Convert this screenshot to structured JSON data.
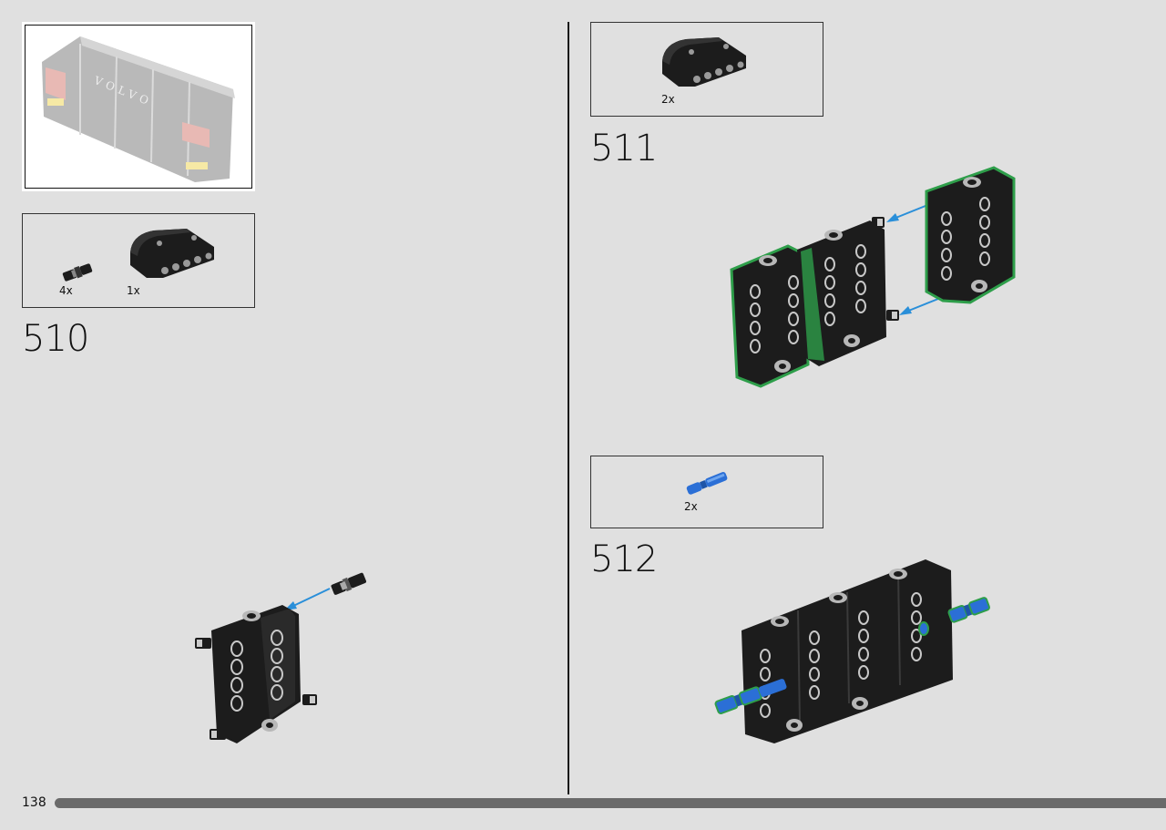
{
  "page": {
    "number": "138"
  },
  "preview": {
    "brand_text": "VOLVO"
  },
  "steps": [
    {
      "number": "510",
      "parts": [
        {
          "qty": "4x",
          "icon": "connector-pin-icon"
        },
        {
          "qty": "1x",
          "icon": "panel-beam-icon"
        }
      ]
    },
    {
      "number": "511",
      "parts": [
        {
          "qty": "2x",
          "icon": "panel-beam-icon"
        }
      ]
    },
    {
      "number": "512",
      "parts": [
        {
          "qty": "2x",
          "icon": "blue-axle-pin-icon"
        }
      ]
    }
  ],
  "colors": {
    "background": "#e0e0e0",
    "part_black": "#1c1c1c",
    "part_grey": "#b8b8b8",
    "highlight_green": "#2e9e4a",
    "arrow_blue": "#2a8fd9",
    "pin_blue": "#2b6fd6",
    "progress_bar": "#6a6a6a"
  }
}
